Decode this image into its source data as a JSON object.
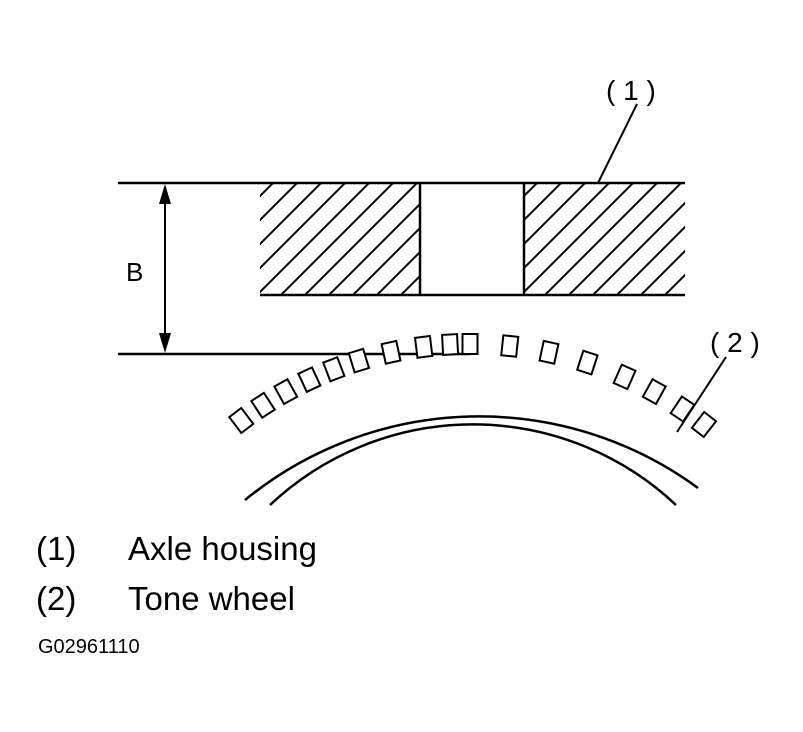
{
  "diagram": {
    "callout_1": "( 1 )",
    "callout_2": "( 2 )",
    "dimension_label": "B"
  },
  "legend": [
    {
      "num": "(1)",
      "text": "Axle housing"
    },
    {
      "num": "(2)",
      "text": "Tone wheel"
    }
  ],
  "figure_id": "G02961110"
}
